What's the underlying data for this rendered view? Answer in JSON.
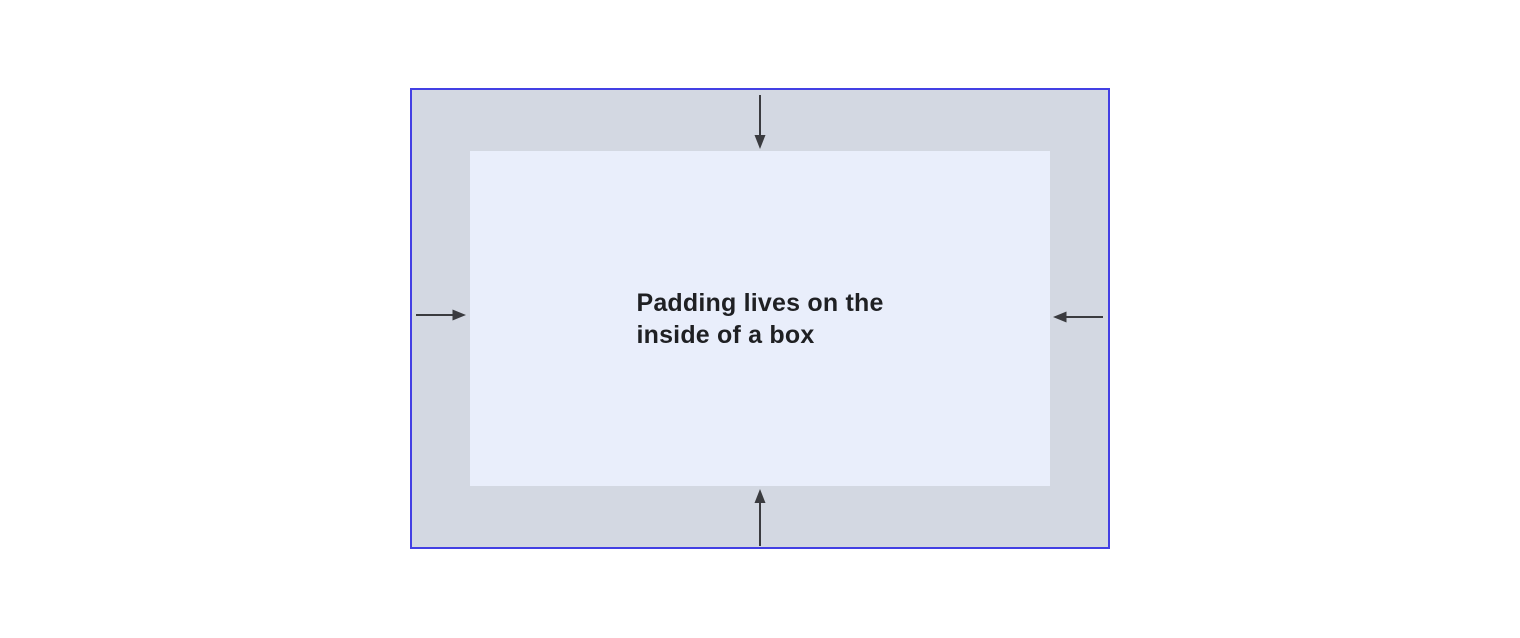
{
  "diagram": {
    "label": {
      "line1": "Padding lives on the",
      "line2": "inside of a box"
    },
    "arrows": [
      {
        "icon": "arrow-down-icon",
        "side": "top"
      },
      {
        "icon": "arrow-left-icon",
        "side": "right"
      },
      {
        "icon": "arrow-up-icon",
        "side": "bottom"
      },
      {
        "icon": "arrow-right-icon",
        "side": "left"
      }
    ],
    "colors": {
      "page_background": "#ffffff",
      "box_border": "#4340e4",
      "padding_area": "#d3d8e2",
      "content_area": "#e9eefb",
      "arrow": "#3a3b3f",
      "text": "#1f2023"
    }
  }
}
